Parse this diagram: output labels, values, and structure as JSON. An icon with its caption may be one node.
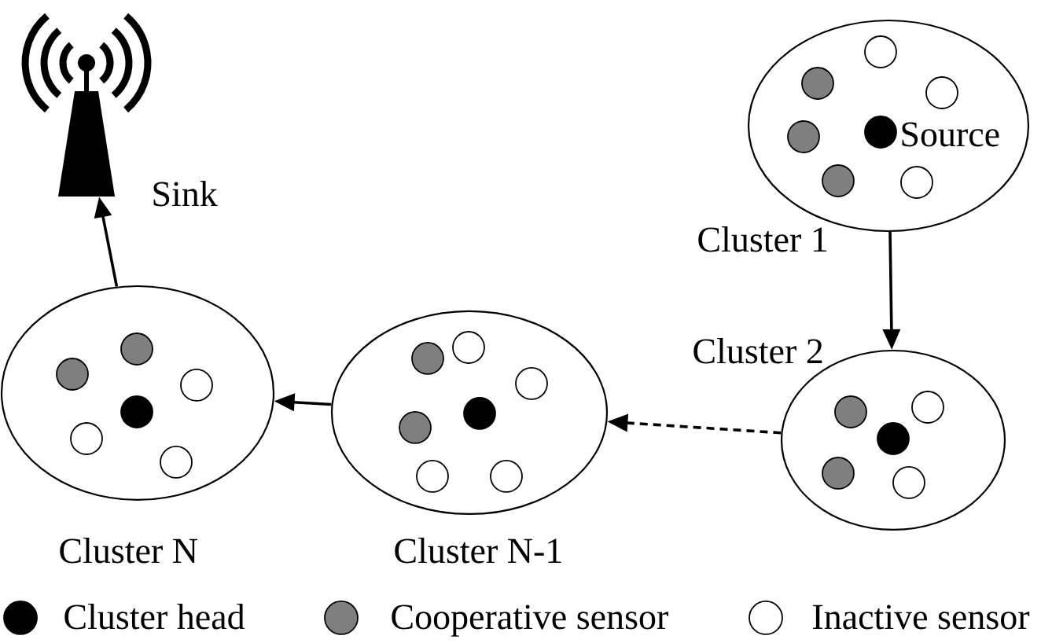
{
  "diagram": {
    "nodes": [
      {
        "text": [],
        "shape": "picture",
        "beside": [
          "Sink"
        ]
      },
      {
        "text": [
          "Cluster 1",
          "Source"
        ]
      },
      {
        "text": [
          "Cluster N"
        ]
      },
      {
        "text": [
          "Cluster N-1"
        ]
      },
      {
        "text": [
          "Cluster 2"
        ]
      }
    ],
    "edges": [
      {
        "from": 1,
        "to": 4,
        "arrow": "to"
      },
      {
        "from": 4,
        "to": 3,
        "arrow": "to",
        "style": "dashed"
      },
      {
        "from": 3,
        "to": 2,
        "arrow": "to"
      },
      {
        "from": 2,
        "to": 0,
        "arrow": "to"
      }
    ],
    "legend": [
      {
        "text": "Cluster head",
        "color": "#000000"
      },
      {
        "text": "Cooperative sensor",
        "color": "#7f7f7f"
      },
      {
        "text": "Inactive sensor"
      }
    ]
  }
}
